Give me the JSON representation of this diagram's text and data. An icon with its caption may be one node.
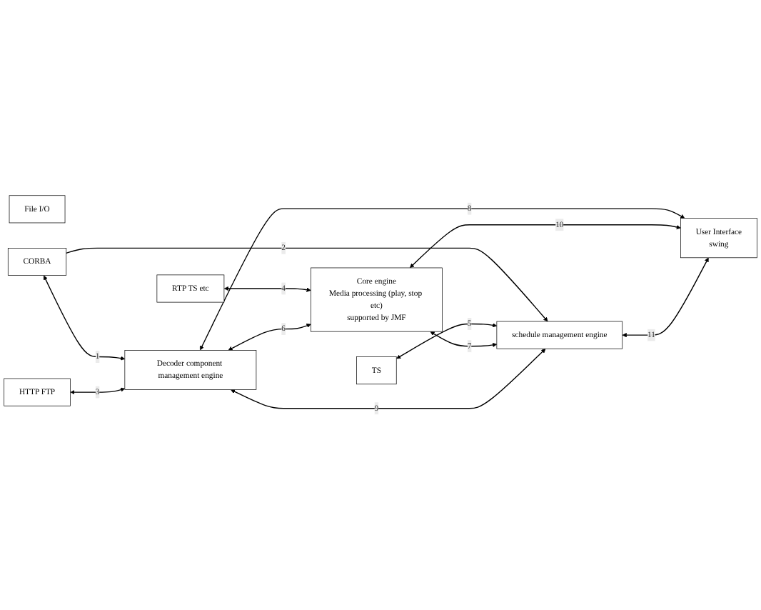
{
  "diagram": {
    "nodes": [
      {
        "text": [
          "File I/O"
        ]
      },
      {
        "text": [
          "CORBA"
        ]
      },
      {
        "text": [
          "HTTP FTP"
        ]
      },
      {
        "text": [
          "RTP TS etc"
        ]
      },
      {
        "text": [
          "TS"
        ]
      },
      {
        "text": [
          "Decoder component management engine"
        ]
      },
      {
        "text": [
          "Core engine",
          "Media processing (play, stop etc)",
          "supported by JMF"
        ]
      },
      {
        "text": [
          "User Interface",
          "swing"
        ]
      },
      {
        "text": [
          "schedule management engine"
        ]
      }
    ],
    "edges": [
      {
        "from": 1,
        "to": 5,
        "arrow": "both",
        "label": "1"
      },
      {
        "from": 1,
        "to": 8,
        "arrow": "to",
        "label": "2"
      },
      {
        "from": 2,
        "to": 5,
        "arrow": "both",
        "label": "3"
      },
      {
        "from": 3,
        "to": 6,
        "arrow": "both",
        "label": "4"
      },
      {
        "from": 4,
        "to": 8,
        "arrow": "both",
        "label": "5"
      },
      {
        "from": 5,
        "to": 6,
        "arrow": "both",
        "label": "6"
      },
      {
        "from": 6,
        "to": 8,
        "arrow": "both",
        "label": "7"
      },
      {
        "from": 5,
        "to": 7,
        "arrow": "both",
        "label": "8"
      },
      {
        "from": 5,
        "to": 8,
        "arrow": "both",
        "label": "9"
      },
      {
        "from": 6,
        "to": 7,
        "arrow": "both",
        "label": "10"
      },
      {
        "from": 8,
        "to": 7,
        "arrow": "both",
        "label": "11"
      }
    ]
  }
}
